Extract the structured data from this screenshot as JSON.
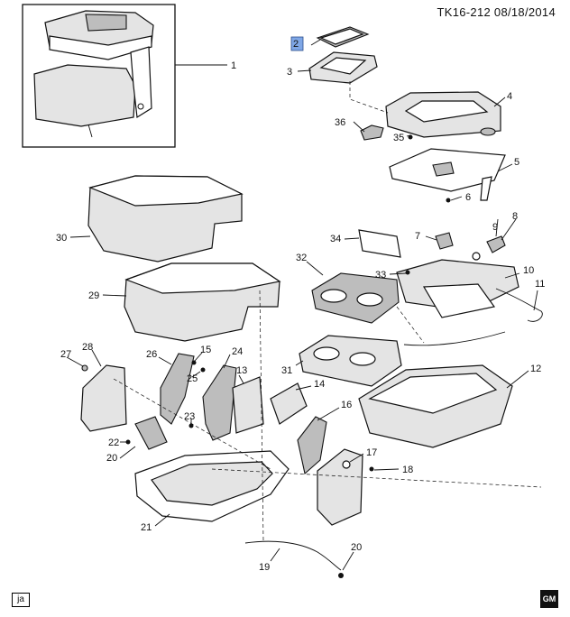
{
  "header": {
    "code": "TK16-212  08/18/2014"
  },
  "footer": {
    "lang_badge": "ja",
    "gm_logo": "GM"
  },
  "callouts": [
    {
      "id": "c1",
      "label": "1"
    },
    {
      "id": "c2",
      "label": "2",
      "highlighted": true
    },
    {
      "id": "c3",
      "label": "3"
    },
    {
      "id": "c4",
      "label": "4"
    },
    {
      "id": "c5",
      "label": "5"
    },
    {
      "id": "c6",
      "label": "6"
    },
    {
      "id": "c7",
      "label": "7"
    },
    {
      "id": "c8",
      "label": "8"
    },
    {
      "id": "c9",
      "label": "9"
    },
    {
      "id": "c10",
      "label": "10"
    },
    {
      "id": "c11",
      "label": "11"
    },
    {
      "id": "c12",
      "label": "12"
    },
    {
      "id": "c13",
      "label": "13"
    },
    {
      "id": "c14",
      "label": "14"
    },
    {
      "id": "c15",
      "label": "15"
    },
    {
      "id": "c16",
      "label": "16"
    },
    {
      "id": "c17",
      "label": "17"
    },
    {
      "id": "c18",
      "label": "18"
    },
    {
      "id": "c19",
      "label": "19"
    },
    {
      "id": "c20a",
      "label": "20"
    },
    {
      "id": "c20b",
      "label": "20"
    },
    {
      "id": "c21",
      "label": "21"
    },
    {
      "id": "c22",
      "label": "22"
    },
    {
      "id": "c23",
      "label": "23"
    },
    {
      "id": "c24",
      "label": "24"
    },
    {
      "id": "c25",
      "label": "25"
    },
    {
      "id": "c26",
      "label": "26"
    },
    {
      "id": "c27",
      "label": "27"
    },
    {
      "id": "c28",
      "label": "28"
    },
    {
      "id": "c29",
      "label": "29"
    },
    {
      "id": "c30",
      "label": "30"
    },
    {
      "id": "c31",
      "label": "31"
    },
    {
      "id": "c32",
      "label": "32"
    },
    {
      "id": "c33",
      "label": "33"
    },
    {
      "id": "c34",
      "label": "34"
    },
    {
      "id": "c35",
      "label": "35"
    },
    {
      "id": "c36",
      "label": "36"
    }
  ],
  "colors": {
    "highlight": "#7fa7e6",
    "line": "#111111"
  }
}
